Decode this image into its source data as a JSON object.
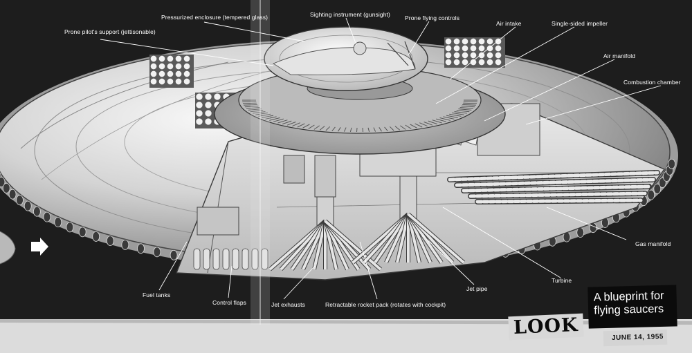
{
  "callouts": {
    "prone_pilots_support": "Prone pilot's support (jettisonable)",
    "pressurized_enclosure": "Pressurized enclosure (tempered glass)",
    "sighting_instrument": "Sighting instrument (gunsight)",
    "prone_flying_controls": "Prone flying controls",
    "air_intake": "Air intake",
    "single_sided_impeller": "Single-sided impeller",
    "air_manifold": "Air manifold",
    "combustion_chamber": "Combustion chamber",
    "gas_manifold": "Gas manifold",
    "turbine": "Turbine",
    "jet_pipe": "Jet pipe",
    "retractable_rocket_pack": "Retractable rocket pack (rotates with cockpit)",
    "jet_exhausts": "Jet exhausts",
    "control_flaps": "Control flaps",
    "fuel_tanks": "Fuel tanks"
  },
  "caption": "A blueprint for flying saucers",
  "magazine": {
    "logo": "LOOK",
    "date": "JUNE 14, 1955"
  },
  "colors": {
    "background": "#1d1d1d",
    "label_text": "#ffffff",
    "leader_line": "#ffffff",
    "hull_light": "#eeeeee",
    "hull_dark": "#8a8a8a"
  },
  "icons": {
    "arrow": "right-arrow-icon"
  }
}
